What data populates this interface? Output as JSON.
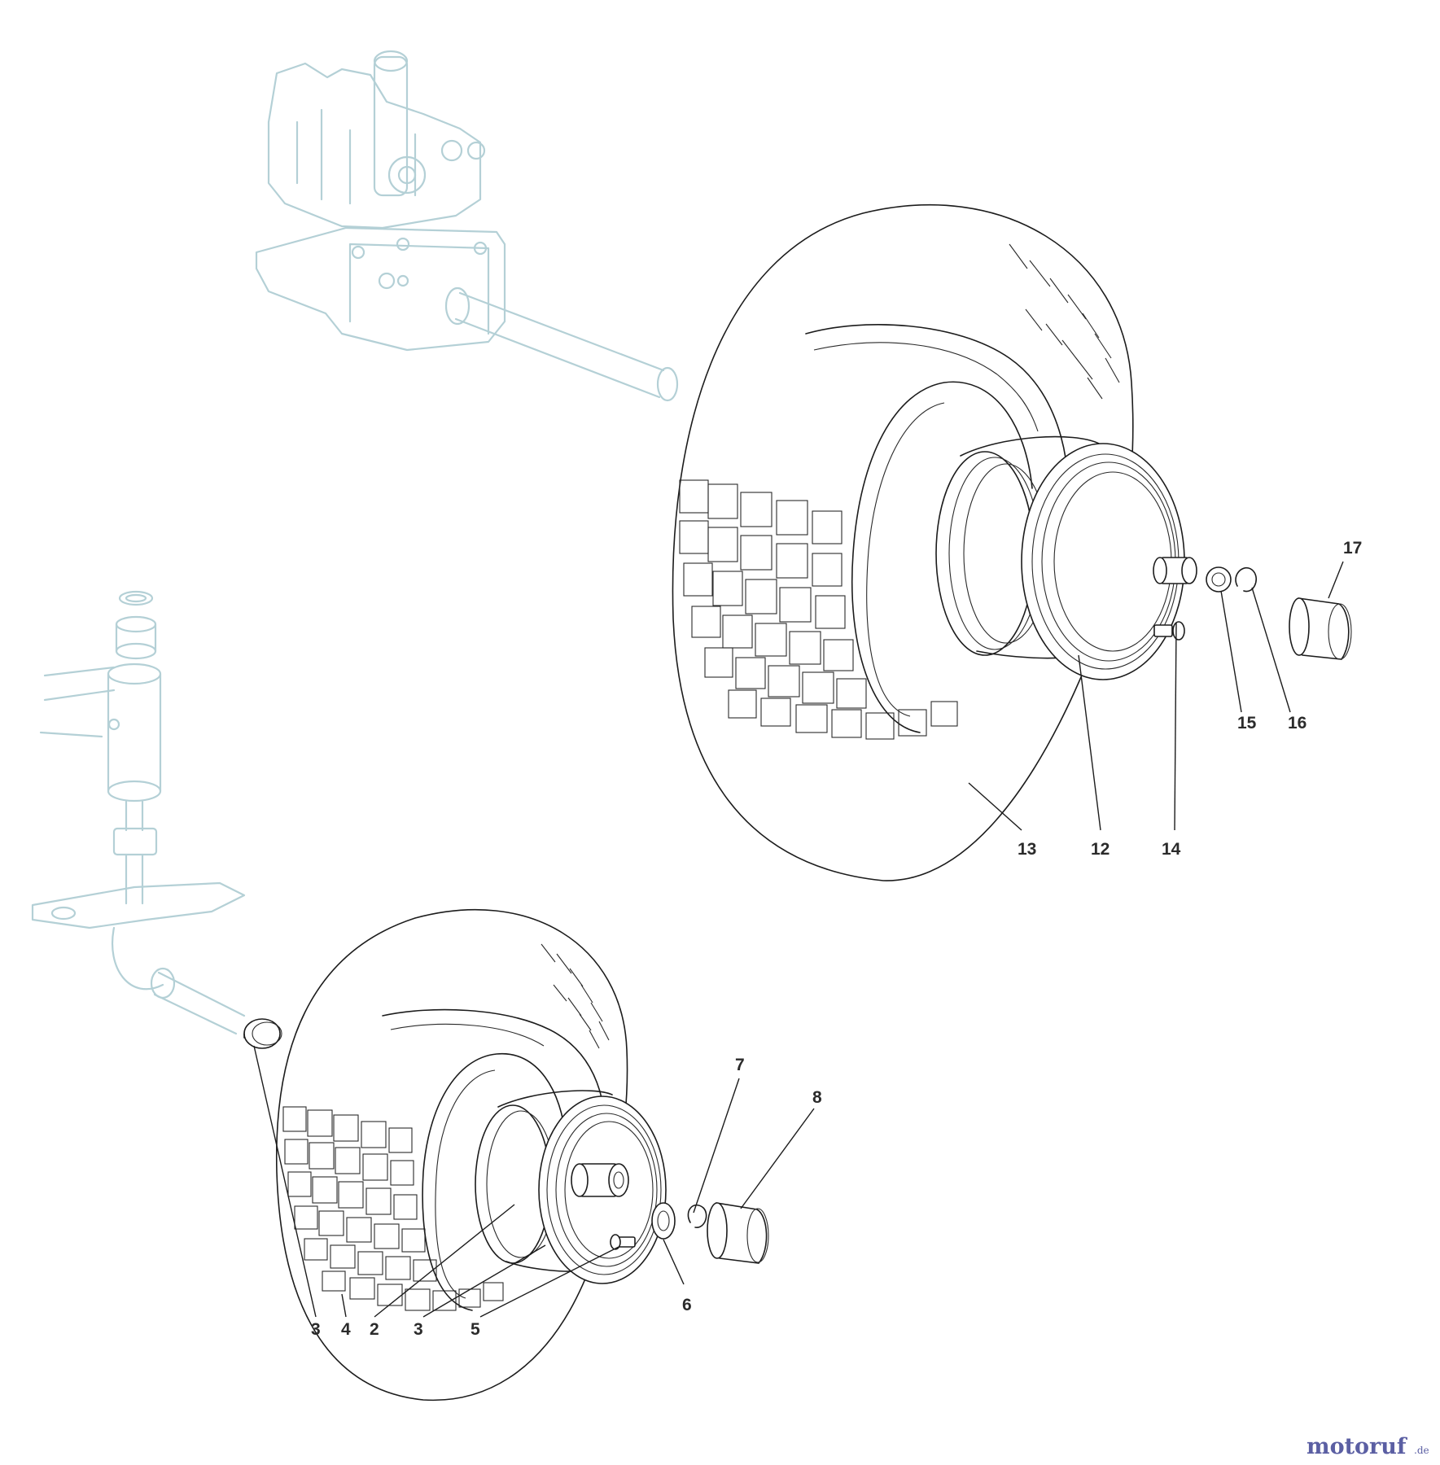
{
  "labels": {
    "l2": "2",
    "l3a": "3",
    "l3b": "3",
    "l4": "4",
    "l5": "5",
    "l6": "6",
    "l7": "7",
    "l8": "8",
    "l12": "12",
    "l13": "13",
    "l14": "14",
    "l15": "15",
    "l16": "16",
    "l17": "17"
  },
  "watermark": {
    "text": "motoruf",
    "tld": ".de"
  },
  "colors": {
    "line": "#1c1c1c",
    "ghost": "#b4d0d6",
    "brand": "#5b5fa3",
    "brand_accent": "#e07a1f"
  }
}
